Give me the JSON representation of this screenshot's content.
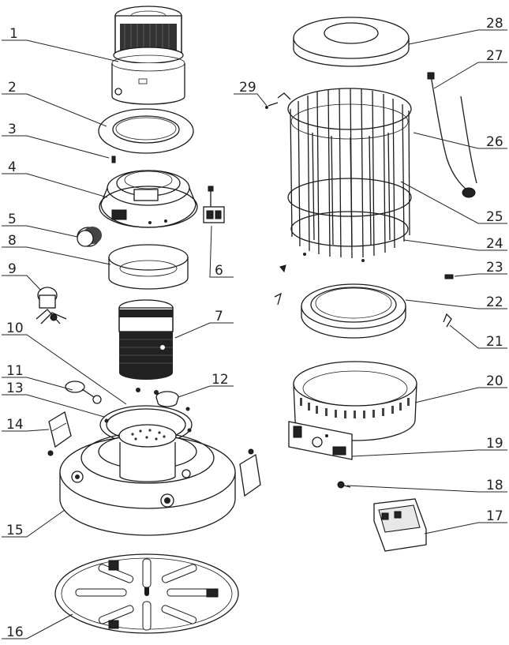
{
  "part_numbers": [
    "1",
    "2",
    "3",
    "4",
    "5",
    "6",
    "7",
    "8",
    "9",
    "10",
    "11",
    "12",
    "13",
    "14",
    "15",
    "16",
    "17",
    "18",
    "19",
    "20",
    "21",
    "22",
    "23",
    "24",
    "25",
    "26",
    "27",
    "28",
    "29"
  ]
}
